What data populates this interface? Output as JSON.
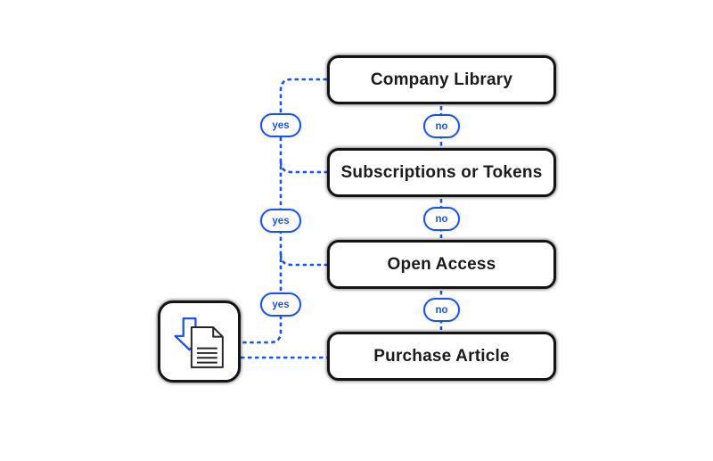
{
  "colors": {
    "accent": "#1f53e6",
    "ink": "#141414",
    "node_fill": "#ffffff"
  },
  "nodes": [
    {
      "id": "company-library",
      "label": "Company Library"
    },
    {
      "id": "subscriptions-or-tokens",
      "label": "Subscriptions or Tokens"
    },
    {
      "id": "open-access",
      "label": "Open Access"
    },
    {
      "id": "purchase-article",
      "label": "Purchase Article"
    }
  ],
  "edges": {
    "yes_labels": [
      "yes",
      "yes",
      "yes"
    ],
    "no_labels": [
      "no",
      "no",
      "no"
    ]
  },
  "icon": {
    "id": "download-document-icon"
  }
}
